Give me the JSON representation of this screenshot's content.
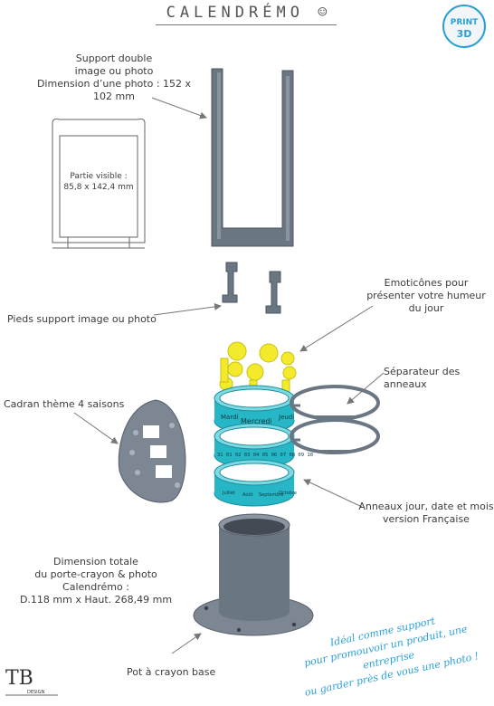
{
  "title": "CALENDRÉMO",
  "title_icon": "smiley-icon",
  "logo_top_right": {
    "line1": "PRINT",
    "line2": "3D"
  },
  "logo_bottom_left": {
    "initials": "TB",
    "text": "DESIGN"
  },
  "labels": {
    "support": [
      "Support double",
      "image ou photo",
      "Dimension d’une photo : 152 x 102 mm"
    ],
    "visible_area": [
      "Partie visible :",
      "85,8 x 142,4 mm"
    ],
    "feet": "Pieds support image ou photo",
    "emoticons": [
      "Emoticônes pour",
      "présenter votre humeur",
      "du jour"
    ],
    "separator": "Séparateur des anneaux",
    "dial": "Cadran thème 4 saisons",
    "rings": [
      "Anneaux jour, date et mois",
      "version Française"
    ],
    "dimensions": [
      "Dimension totale",
      "du porte-crayon & photo",
      "Calendrémo :",
      "D.118 mm x Haut. 268,49 mm"
    ],
    "base": "Pot à crayon base"
  },
  "ring_text": {
    "days": [
      "Mardi",
      "Mercredi",
      "Jeudi"
    ],
    "dates": "31 01 02 03 04 05 06 07 08 09 10",
    "months": [
      "Juillet",
      "Août",
      "Septembre",
      "Octobre"
    ]
  },
  "tagline": [
    "Idéal comme support",
    "pour promouvoir un produit, une entreprise",
    "ou garder près de vous une photo !"
  ],
  "colors": {
    "part_gray": "#6b7683",
    "ring_cyan": "#27b6c6",
    "emoji_yellow": "#f3ea2b",
    "tagline_blue": "#2aa0d8"
  }
}
